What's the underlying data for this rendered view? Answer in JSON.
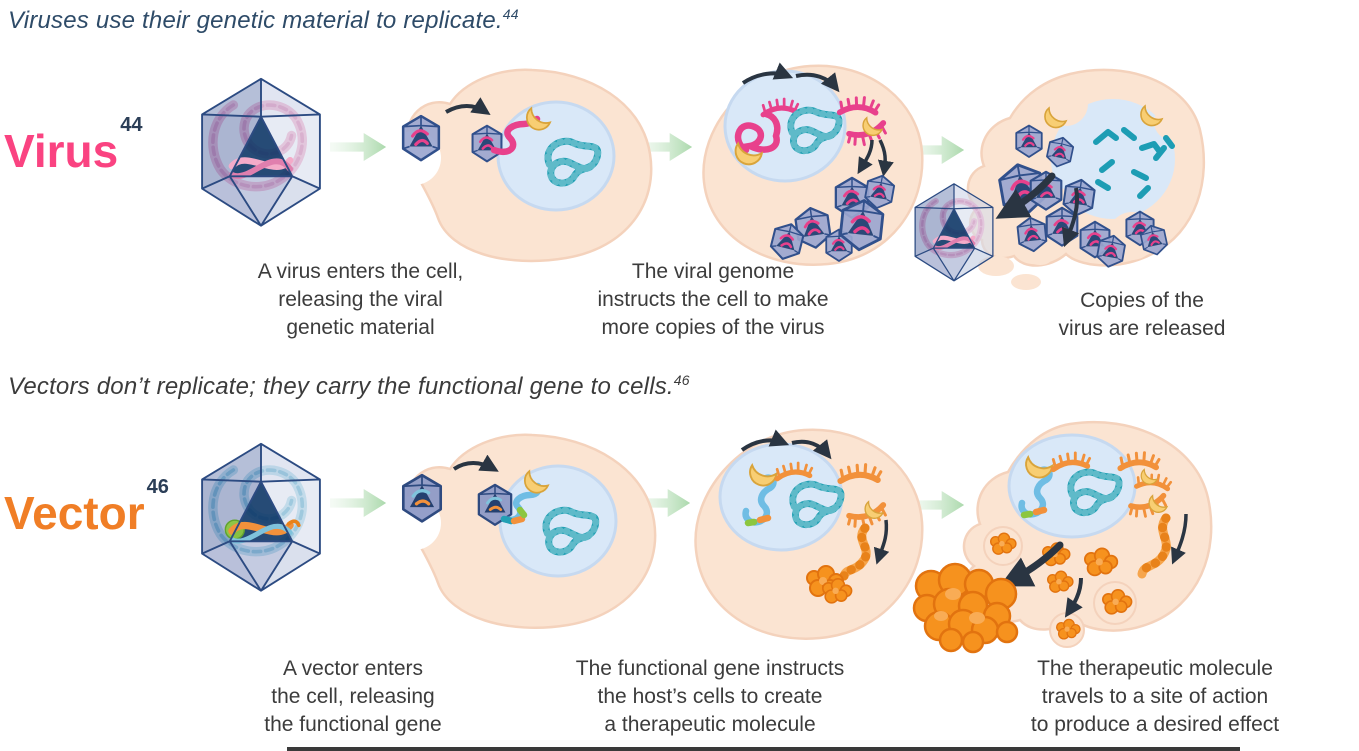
{
  "virus_section": {
    "heading": "Viruses use their genetic material to replicate.",
    "heading_ref": "44",
    "label": "Virus",
    "label_ref": "44",
    "label_color": "#FA4381",
    "steps": [
      {
        "caption_lines": [
          "A virus enters the cell,",
          "releasing the viral",
          "genetic material"
        ]
      },
      {
        "caption_lines": [
          "The viral genome",
          "instructs the cell to make",
          "more copies of the virus"
        ]
      },
      {
        "caption_lines": [
          "Copies of the",
          "virus are released"
        ]
      }
    ]
  },
  "vector_section": {
    "heading": "Vectors don’t replicate; they carry the functional gene to cells.",
    "heading_ref": "46",
    "label": "Vector",
    "label_ref": "46",
    "label_color": "#F07E26",
    "steps": [
      {
        "caption_lines": [
          "A vector enters",
          "the cell, releasing",
          "the functional gene"
        ]
      },
      {
        "caption_lines": [
          "The functional gene instructs",
          "the host’s cells to create",
          "a therapeutic molecule"
        ]
      },
      {
        "caption_lines": [
          "The therapeutic molecule",
          "travels to a site of action",
          "to produce a desired effect"
        ]
      }
    ]
  },
  "colors": {
    "heading_blue": "#2E4B68",
    "heading_gray": "#3B3B3B",
    "caption_gray": "#3C3C3C",
    "virus_pink": "#FA4381",
    "vector_orange": "#F07E26",
    "cell_body_peach": "#FBE4D2",
    "nucleus_blue": "#D9E8F8",
    "host_genome_teal": "#22A0B4",
    "viral_genome_pink": "#E8418C",
    "functional_gene_blue": "#6FBDE4",
    "therapeutic_molecule_orange": "#F6921E",
    "capsid_blue": "#9AA5CE",
    "flow_arrow_green": "#ABD9AC",
    "ribosome_yellow": "#F8CE73"
  }
}
